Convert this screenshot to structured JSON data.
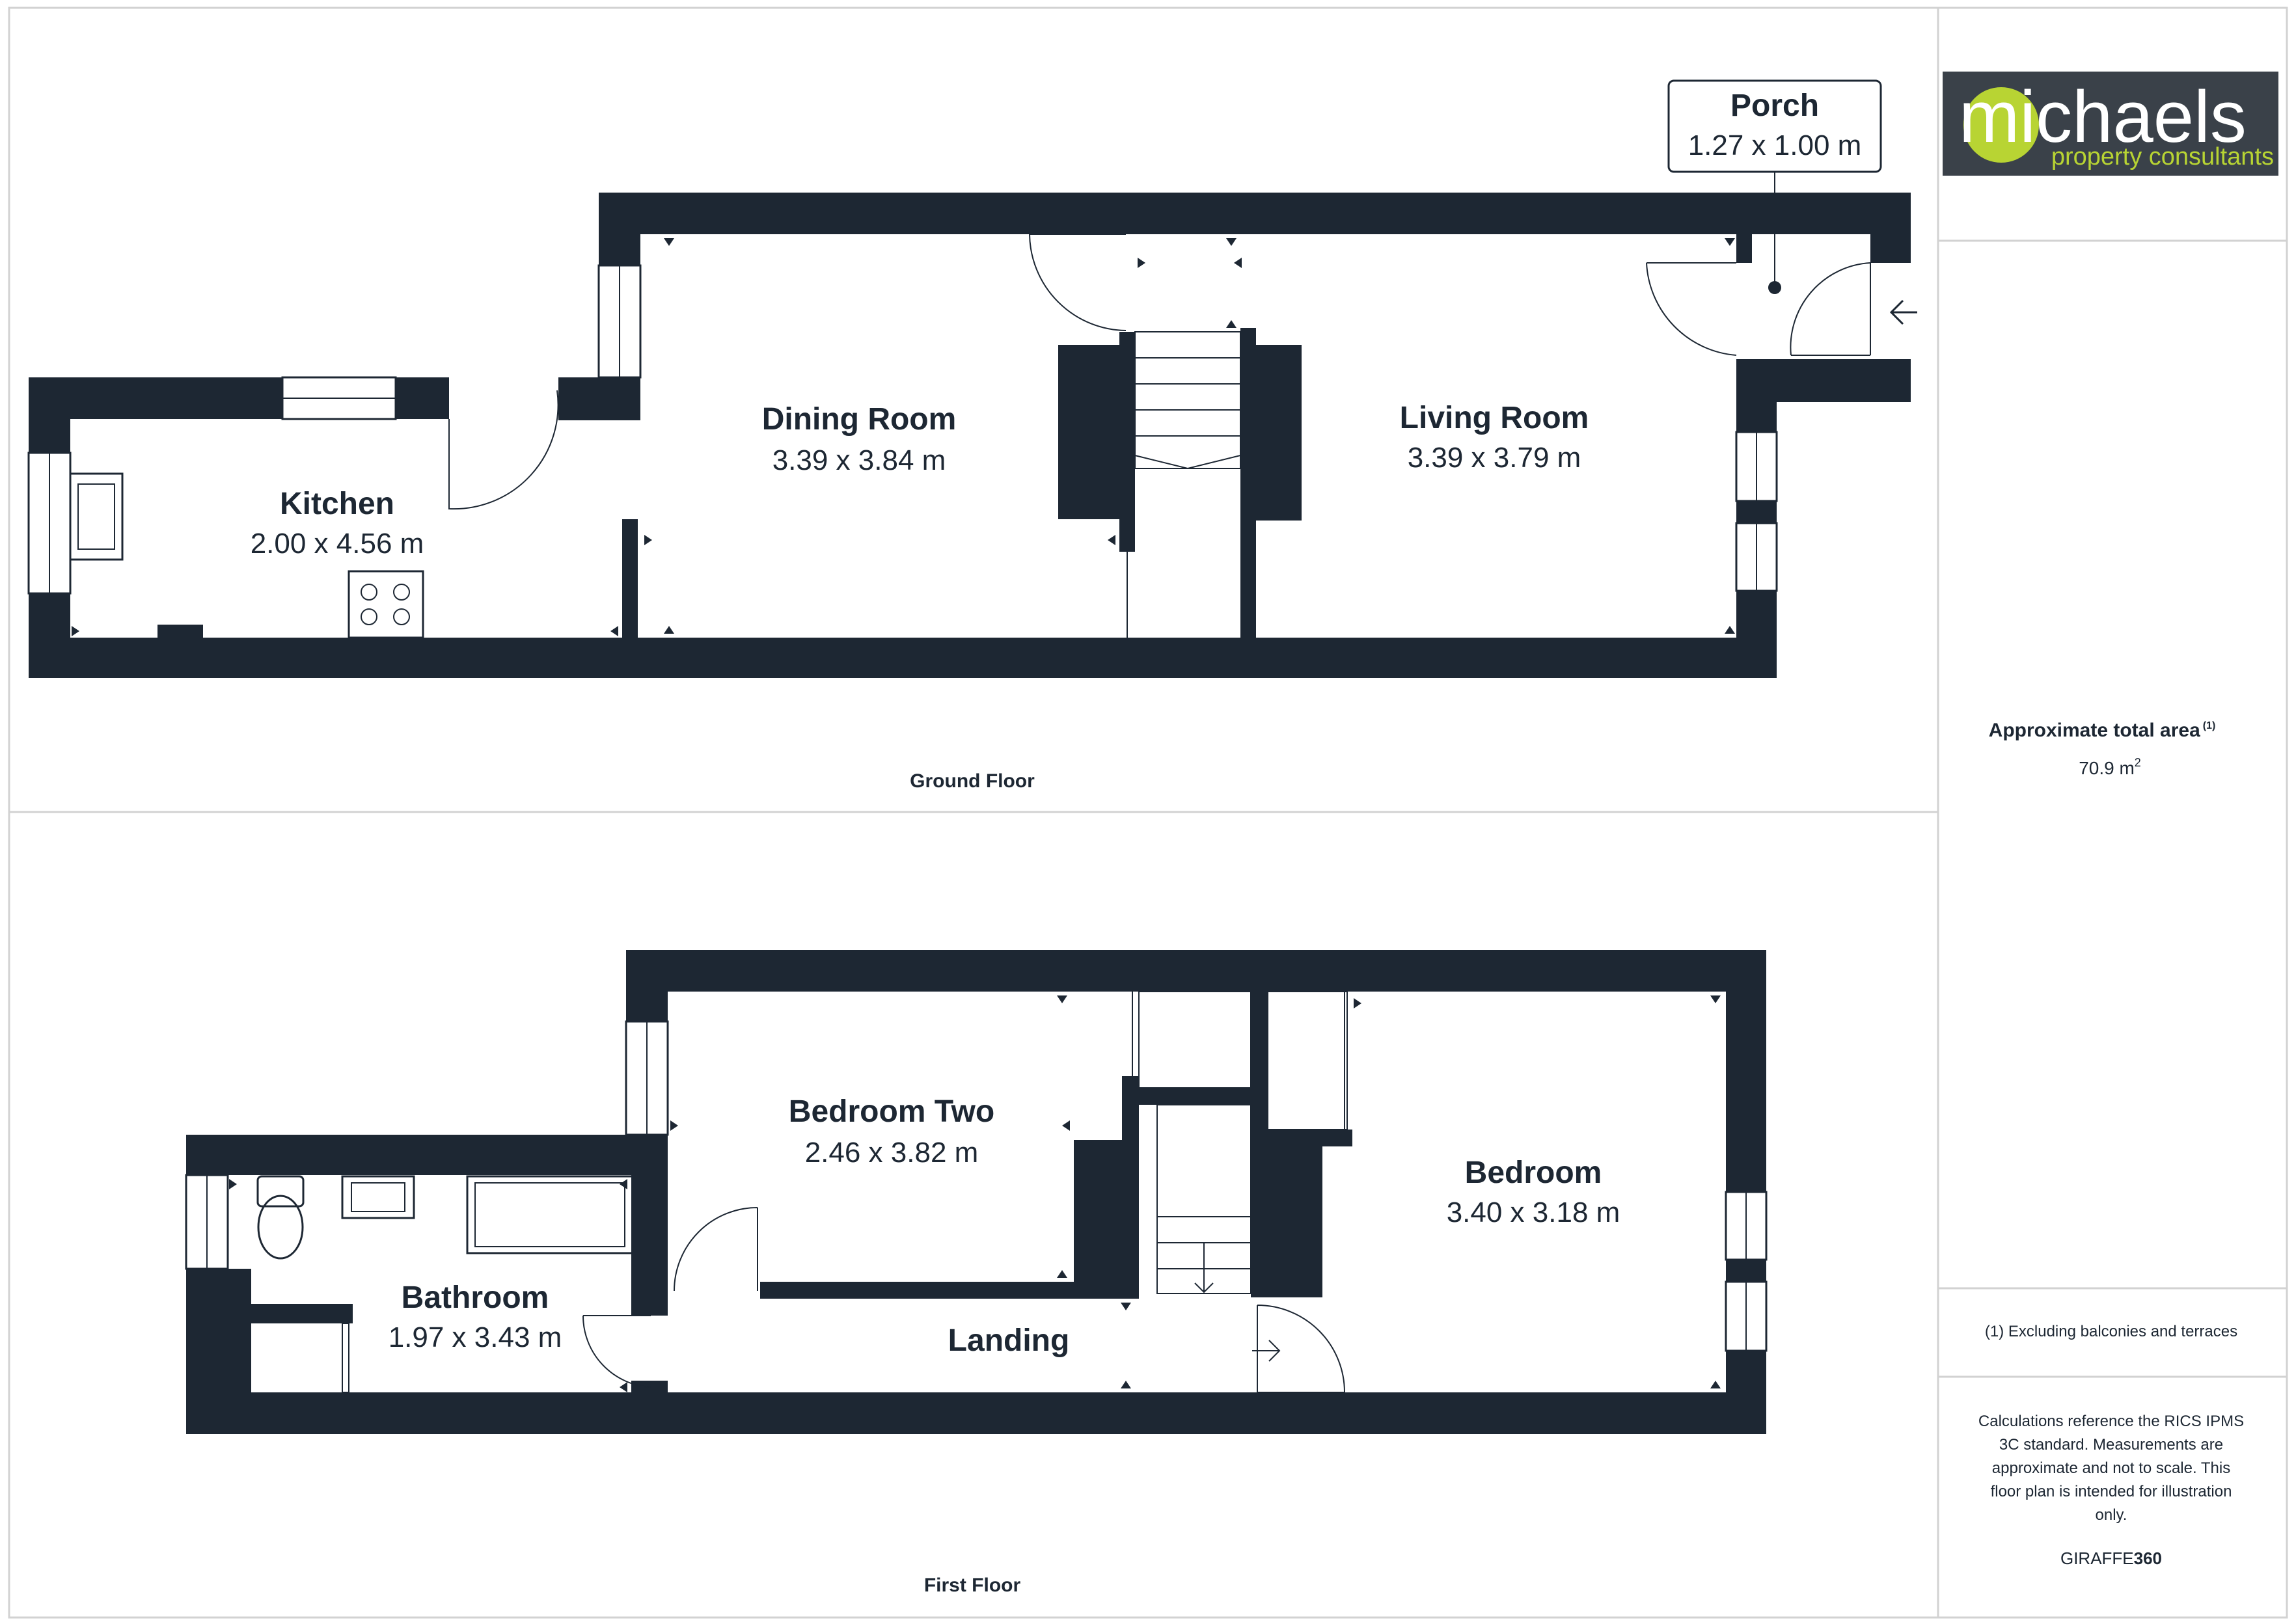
{
  "brand": {
    "logo_word": "michaels",
    "logo_tagline": "property consultants",
    "colors": {
      "logo_background": "#3a4149",
      "logo_accent": "#b8d433",
      "wall": "#1d2733"
    }
  },
  "floors": [
    {
      "label": "Ground Floor",
      "rooms": [
        {
          "name": "Porch",
          "dims": "1.27 x 1.00 m"
        },
        {
          "name": "Dining Room",
          "dims": "3.39 x 3.84 m"
        },
        {
          "name": "Living Room",
          "dims": "3.39 x 3.79 m"
        },
        {
          "name": "Kitchen",
          "dims": "2.00 x 4.56 m"
        }
      ]
    },
    {
      "label": "First Floor",
      "rooms": [
        {
          "name": "Bedroom Two",
          "dims": "2.46 x 3.82 m"
        },
        {
          "name": "Bedroom",
          "dims": "3.40 x 3.18 m"
        },
        {
          "name": "Bathroom",
          "dims": "1.97 x 3.43 m"
        },
        {
          "name": "Landing",
          "dims": ""
        }
      ]
    }
  ],
  "area": {
    "label": "Approximate total area",
    "footnote_mark": "(1)",
    "value": "70.9 m",
    "unit_sup": "2"
  },
  "footnote": "(1) Excluding balconies and terraces",
  "disclaimer": [
    "Calculations reference the RICS IPMS",
    "3C standard. Measurements are",
    "approximate and not to scale. This",
    "floor plan is intended for illustration",
    "only."
  ],
  "credit": {
    "prefix": "GIRAFFE",
    "suffix": "360"
  },
  "icons": [
    "entrance-arrow-icon",
    "hob-icon",
    "sink-icon",
    "toilet-icon",
    "basin-icon",
    "bath-icon",
    "stairs-icon"
  ]
}
